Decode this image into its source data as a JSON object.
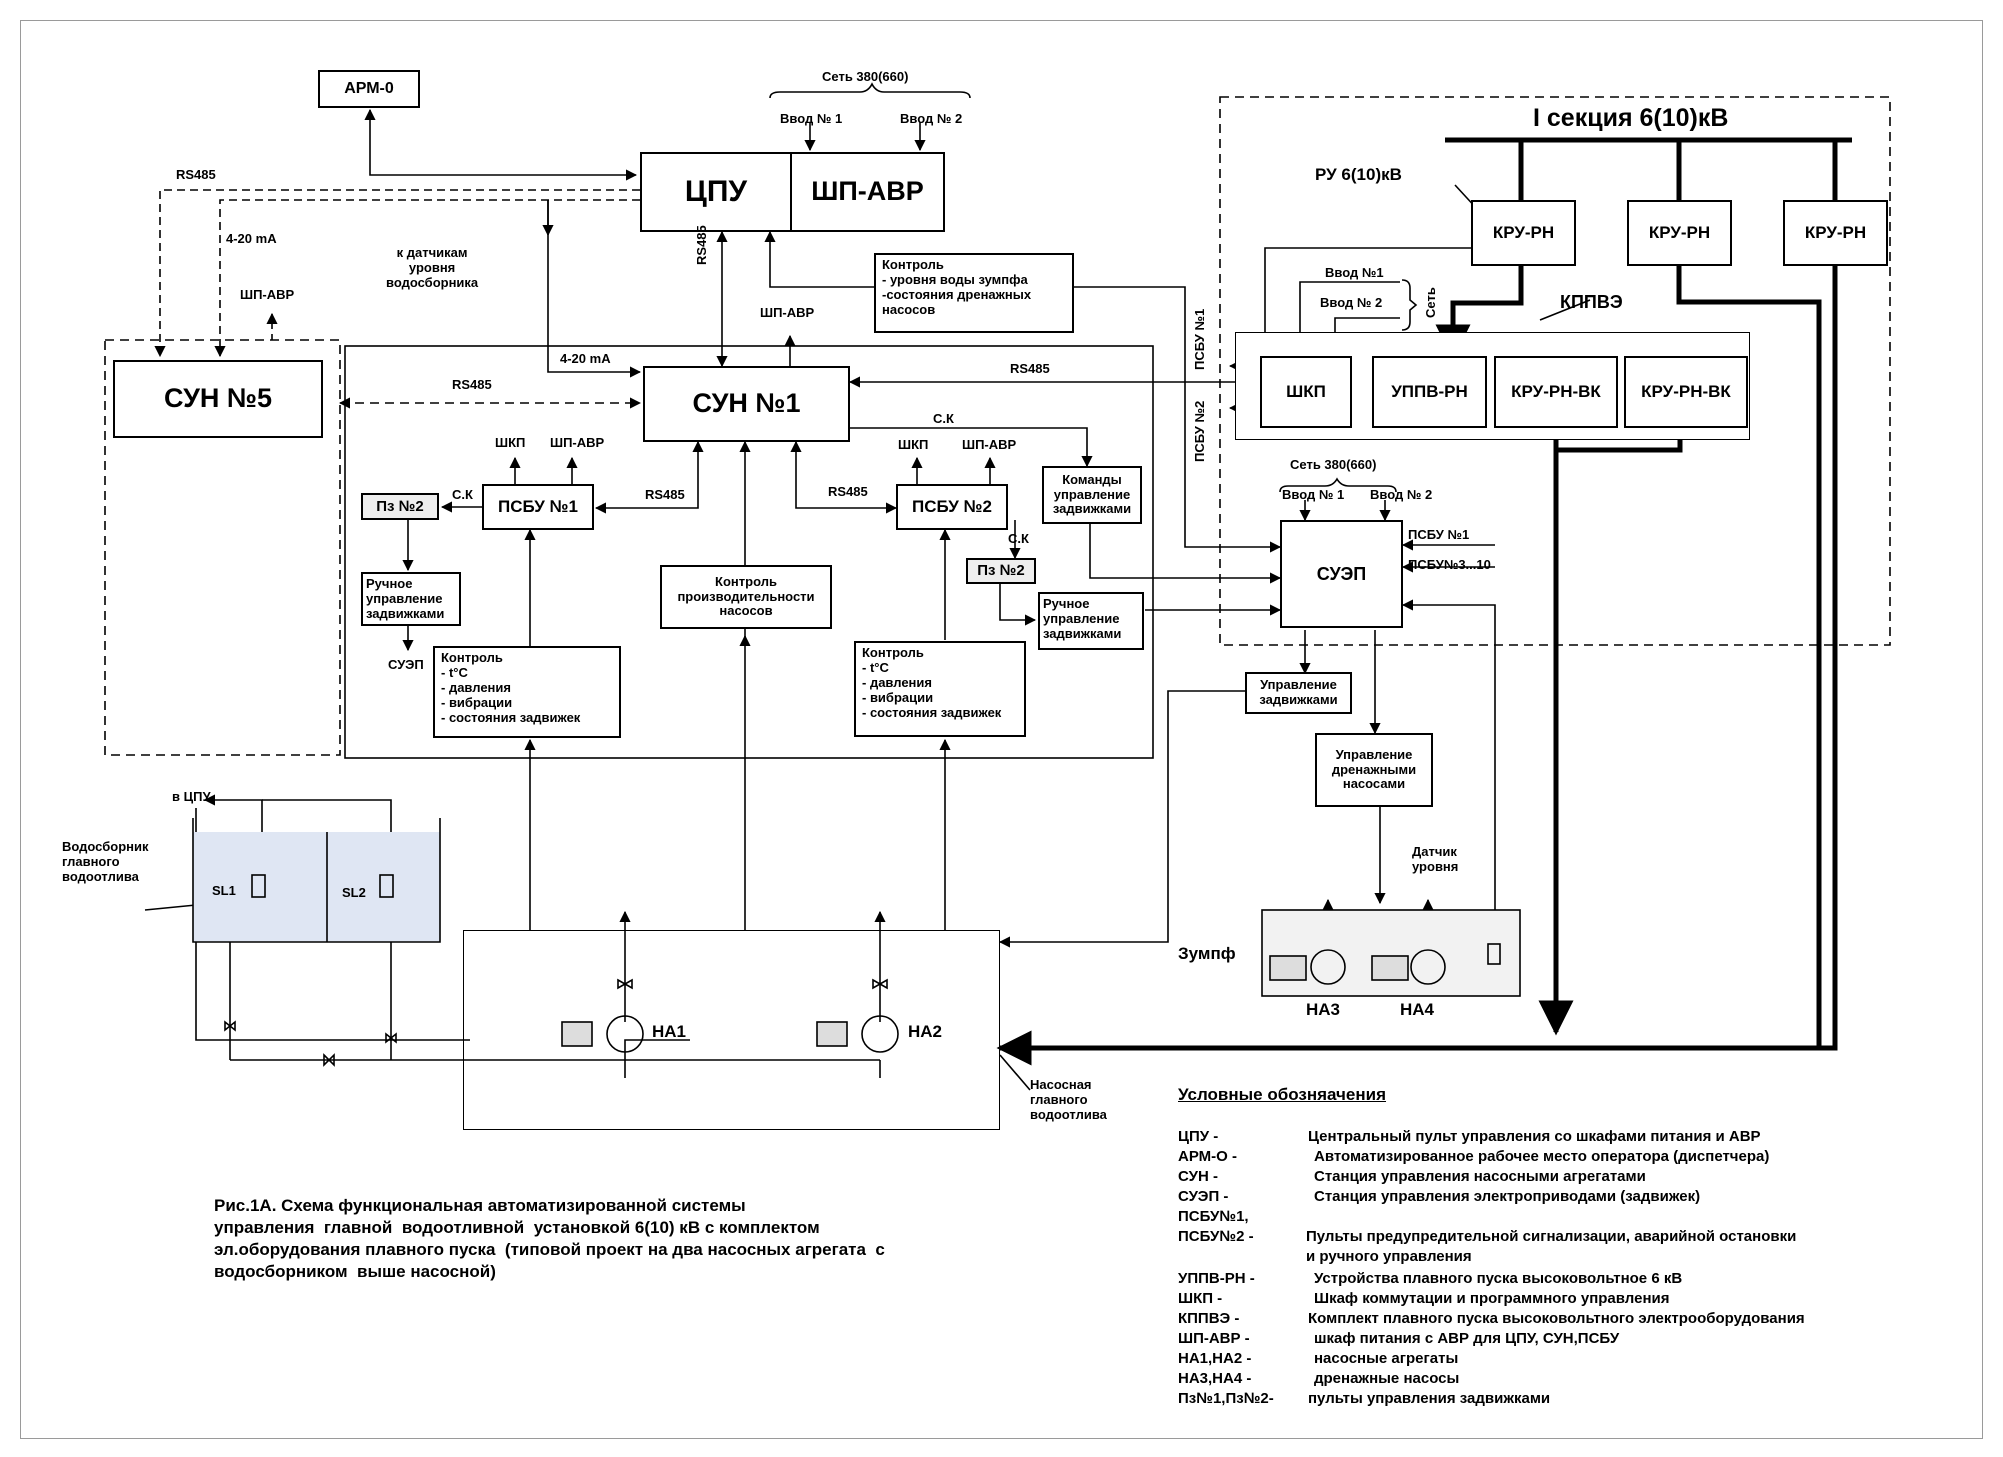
{
  "boxes": {
    "arm": "АРМ-0",
    "cpu": "ЦПУ",
    "shp_avr_main": "ШП-АВР",
    "sun5": "СУН №5",
    "sun1": "СУН №1",
    "psbu1": "ПСБУ №1",
    "psbu2": "ПСБУ №2",
    "pz1": "Пз №2",
    "pz2": "Пз №2",
    "manual1": "Ручное управление задвижками",
    "manual2": "Ручное управление задвижками",
    "control_left": "Контроль\n- t°C\n- давления\n- вибрации\n- состояния задвижек",
    "control_right": "Контроль\n- t°C\n- давления\n- вибрации\n- состояния задвижек",
    "control_perf": "Контроль производительности насосов",
    "control_sump": "Контроль\n- уровня воды зумпфа\n-состояния дренажных насосов",
    "commands": "Команды управление задвижками",
    "suep": "СУЭП",
    "valve_ctrl": "Управление задвижками",
    "drain_ctrl": "Управление дренажными насосами",
    "kru1": "КРУ-РН",
    "kru2": "КРУ-РН",
    "kru3": "КРУ-РН",
    "shkp": "ШКП",
    "uppv": "УППВ-РН",
    "kruvk1": "КРУ-РН-ВК",
    "kruvk2": "КРУ-РН-ВК"
  },
  "labels": {
    "net_top": "Сеть 380(660)",
    "input1": "Ввод № 1",
    "input2": "Ввод № 2",
    "rs485": "RS485",
    "ma": "4-20 mA",
    "sensors": "к датчикам\nуровня\nводосборника",
    "shp_avr": "ШП-АВР",
    "shkp": "ШКП",
    "sk": "С.К",
    "suep": "СУЭП",
    "section": "I секция 6(10)кВ",
    "ru": "РУ 6(10)кВ",
    "kppve": "КППВЭ",
    "vvod1": "Ввод №1",
    "vvod2": "Ввод № 2",
    "set": "Сеть",
    "psbu1_v": "ПСБУ №1",
    "psbu2_v": "ПСБУ №2",
    "net_suep": "Сеть 380(660)",
    "suep_in1": "Ввод № 1",
    "suep_in2": "Ввод № 2",
    "psbu_n1": "ПСБУ №1",
    "psbu_n3": "ПСБУ№3...10",
    "v_cpu": "в ЦПУ",
    "reservoir": "Водосборник\nглавного\nводоотлива",
    "sl1": "SL1",
    "sl2": "SL2",
    "na1": "НА1",
    "na2": "НА2",
    "na3": "НА3",
    "na4": "НА4",
    "zumpf": "Зумпф",
    "sensor_level": "Датчик\nуровня",
    "pump_room": "Насосная\nглавного\nводоотлива"
  },
  "caption": "Рис.1А. Схема функциональная автоматизированной системы\nуправления  главной  водоотливной  установкой 6(10) кВ с комплектом\nэл.оборудования плавного пуска  (типовой проект на два насосных агрегата  с\nводосборником  выше насосной)",
  "legend": {
    "title": "Условные обозняачения",
    "rows": [
      {
        "abbr": "ЦПУ        -",
        "desc": "Центральный пульт управления со шкафами питания и АВР"
      },
      {
        "abbr": "АРМ-О    -",
        "desc": "Автоматизированное рабочее место оператора (диспетчера)"
      },
      {
        "abbr": " СУН       -",
        "desc": "Станция управления насосными агрегатами"
      },
      {
        "abbr": "СУЭП     -",
        "desc": "Станция управления электроприводами (задвижек)"
      },
      {
        "abbr": "ПСБУ№1,",
        "desc": ""
      },
      {
        "abbr": "ПСБУ№2 -",
        "desc": "Пульты предупредительной  сигнализации, аварийной  остановки"
      },
      {
        "abbr": "",
        "desc": "и ручного управления"
      },
      {
        "abbr": "УППВ-РН -",
        "desc": "Устройства плавного пуска высоковольтное 6 кВ"
      },
      {
        "abbr": "ШКП       -",
        "desc": "Шкаф коммутации и программного управления"
      },
      {
        "abbr": "КППВЭ   -",
        "desc": "Комплект плавного пуска высоковольтного электрооборудования"
      },
      {
        "abbr": "ШП-АВР -",
        "desc": "шкаф питания с АВР для ЦПУ, СУН,ПСБУ"
      },
      {
        "abbr": "НА1,НА2 -",
        "desc": "насосные агрегаты"
      },
      {
        "abbr": "НА3,НА4 -",
        "desc": "дренажные насосы"
      },
      {
        "abbr": "Пз№1,Пз№2-",
        "desc": "пульты управления задвижками"
      }
    ]
  }
}
